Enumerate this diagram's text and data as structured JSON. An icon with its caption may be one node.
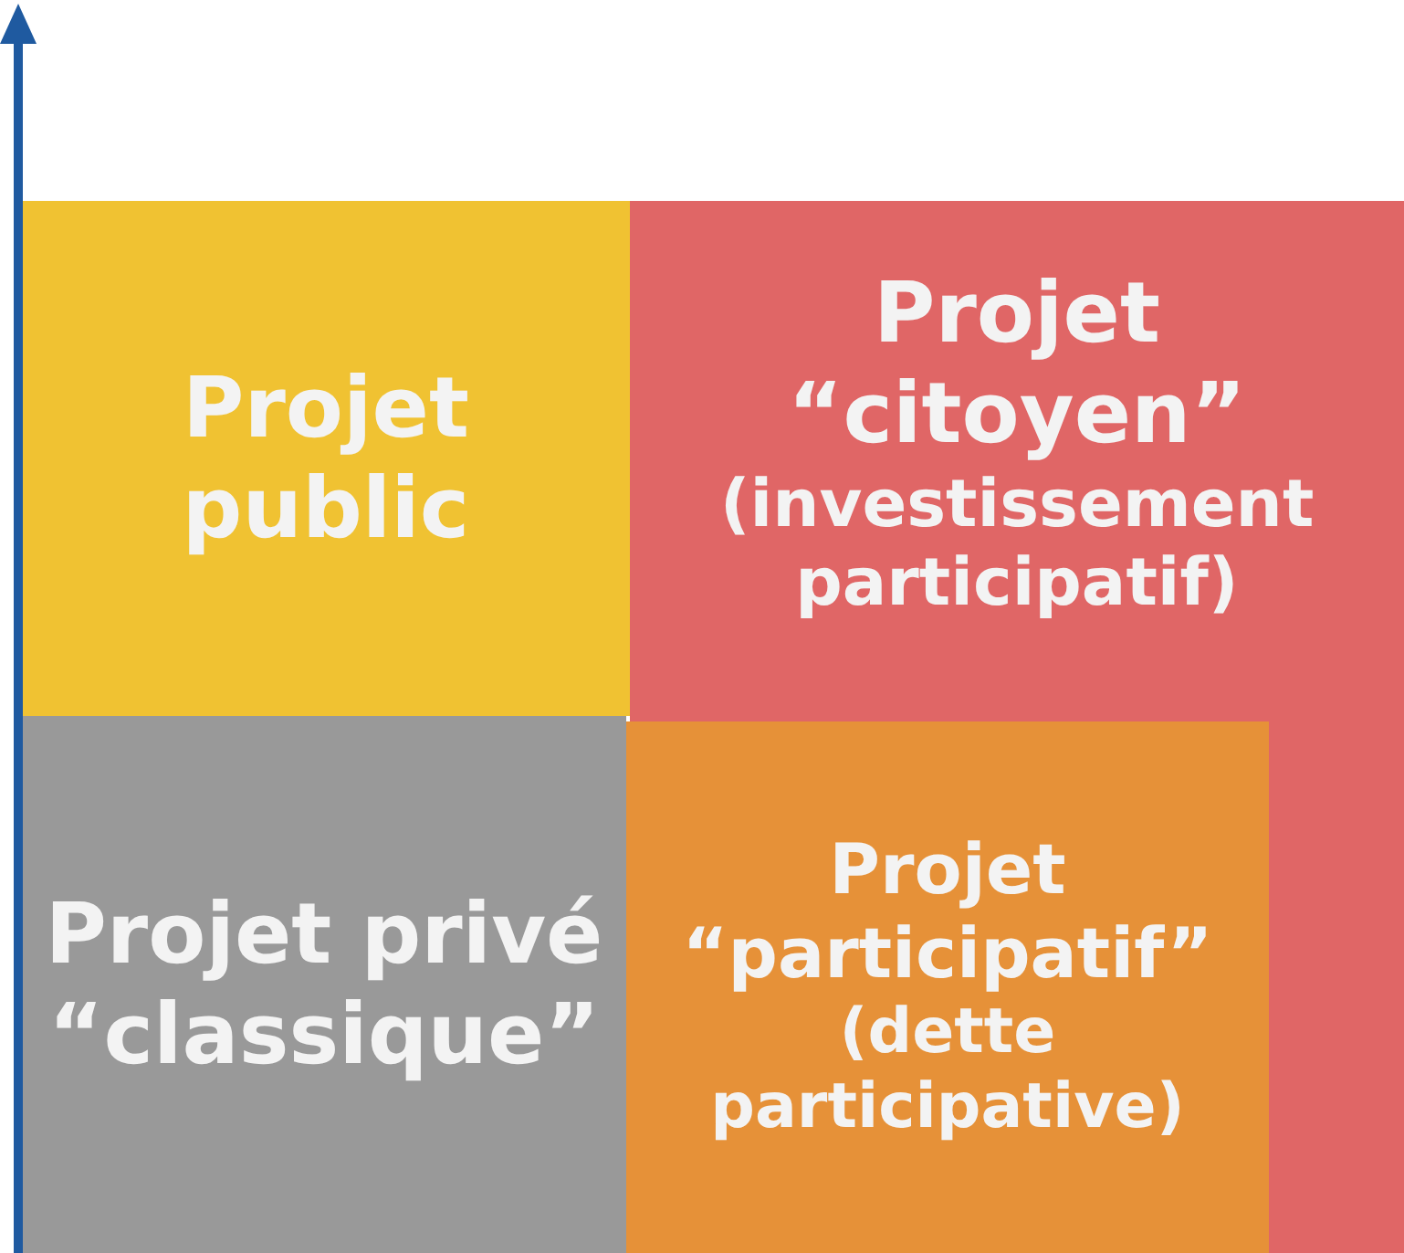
{
  "diagram": {
    "nodes": [
      {
        "text": [
          "Projet public"
        ]
      },
      {
        "text": [
          "Projet “citoyen”",
          "(investissement participatif)"
        ]
      },
      {
        "text": [
          "Projet privé “classique”"
        ]
      },
      {
        "text": [
          "Projet “participatif”",
          "(dette participative)"
        ],
        "in": 1
      }
    ]
  }
}
